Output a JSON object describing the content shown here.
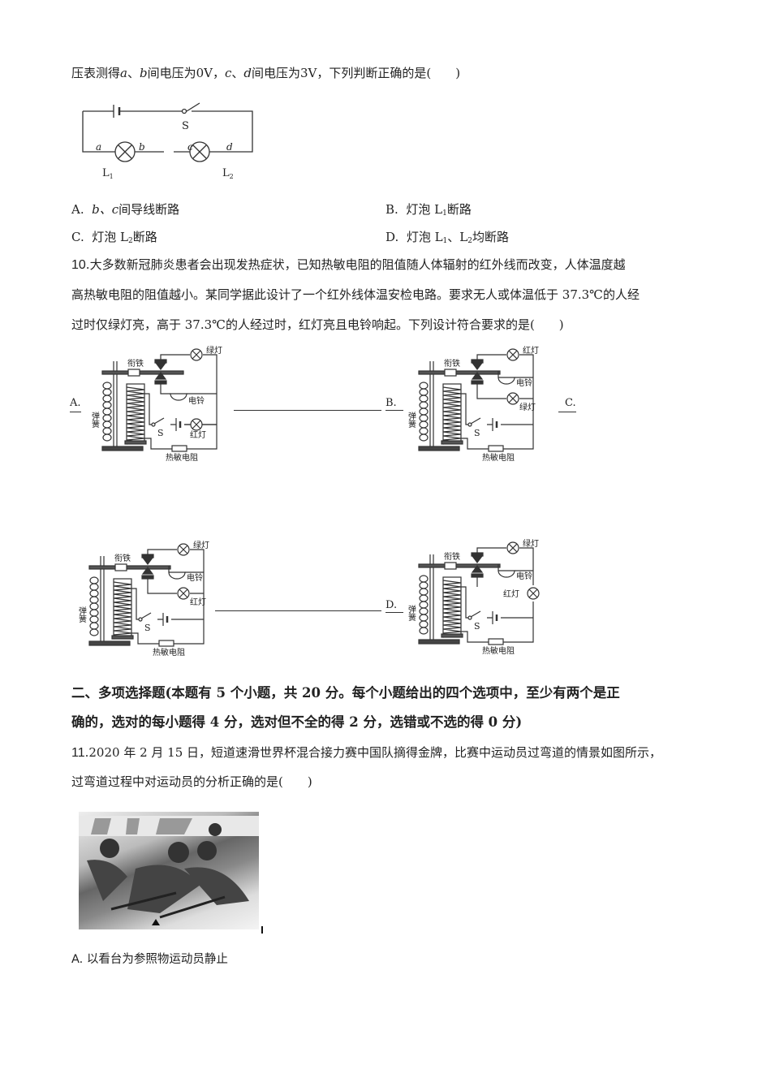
{
  "q9": {
    "stem_pre": "压表测得",
    "a": "a",
    "sep1": "、",
    "b": "b",
    "stem_mid1": "间电压为0V，",
    "c": "c",
    "sep2": "、",
    "d": "d",
    "stem_mid2": "间电压为3V，下列判断正确的是(　　)",
    "diagram": {
      "switch": "S",
      "l1": "L",
      "l1_sub": "1",
      "l2": "L",
      "l2_sub": "2",
      "pa": "a",
      "pb": "b",
      "pc": "c",
      "pd": "d"
    },
    "options": {
      "A": {
        "letter": "A.",
        "text_pre": "b、c",
        "text": "间导线断路"
      },
      "B": {
        "letter": "B.",
        "text": "灯泡 L",
        "sub": "1",
        "text_post": "断路"
      },
      "C": {
        "letter": "C.",
        "text": "灯泡 L",
        "sub": "2",
        "text_post": "断路"
      },
      "D": {
        "letter": "D.",
        "text": "灯泡 L",
        "sub": "1",
        "mid": "、L",
        "sub2": "2",
        "text_post": "均断路"
      }
    }
  },
  "q10": {
    "number": "10",
    "lines": [
      ".大多数新冠肺炎患者会出现发热症状，已知热敏电阻的阻值随人体辐射的红外线而改变，人体温度越",
      "高热敏电阻的阻值越小。某同学据此设计了一个红外线体温安检电路。要求无人或体温低于 37.3℃的人经",
      "过时仅绿灯亮，高于 37.3℃的人经过时，红灯亮且电铃响起。下列设计符合要求的是(　　)"
    ],
    "options": [
      "A.",
      "B.",
      "C.",
      "D."
    ],
    "labels": {
      "armature": "衔铁",
      "spring": "弹簧",
      "green": "绿灯",
      "red": "红灯",
      "bell": "电铃",
      "switch": "S",
      "thermistor": "热敏电阻"
    }
  },
  "section2": {
    "lines": [
      "二、多项选择题(本题有 5 个小题，共 20 分。每个小题给出的四个选项中，至少有两个是正",
      "确的，选对的每小题得 4 分，选对但不全的得 2 分，选错或不选的得 0 分)"
    ]
  },
  "q11": {
    "number": "11",
    "lines": [
      ".2020 年 2 月 15 日，短道速滑世界杯混合接力赛中国队摘得金牌，比赛中运动员过弯道的情景如图所示，",
      "过弯道过程中对运动员的分析正确的是(　　)"
    ],
    "option_a": "A. 以看台为参照物运动员静止"
  }
}
